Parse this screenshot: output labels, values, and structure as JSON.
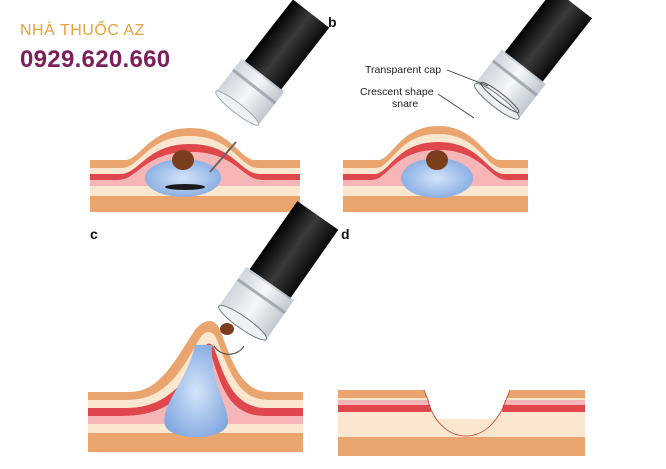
{
  "brand": {
    "name": "NHÀ THUỐC AZ",
    "phone": "0929.620.660"
  },
  "panels": [
    {
      "label": ""
    },
    {
      "label": "b"
    },
    {
      "label": "c"
    },
    {
      "label": "d"
    }
  ],
  "callouts": {
    "cap": "Transparent cap",
    "snare_line1": "Crescent shape",
    "snare_line2": "snare"
  },
  "colors": {
    "tissue_outer": "#e8a06a",
    "tissue_cream": "#fbe7cf",
    "tissue_red": "#e0474c",
    "tissue_pink": "#f6b6b8",
    "injection_blue": "#8fb3e6",
    "lesion_brown": "#7a3e1c",
    "scope_black": "#1a1a1a",
    "cap_clear": "#d8dde3"
  }
}
